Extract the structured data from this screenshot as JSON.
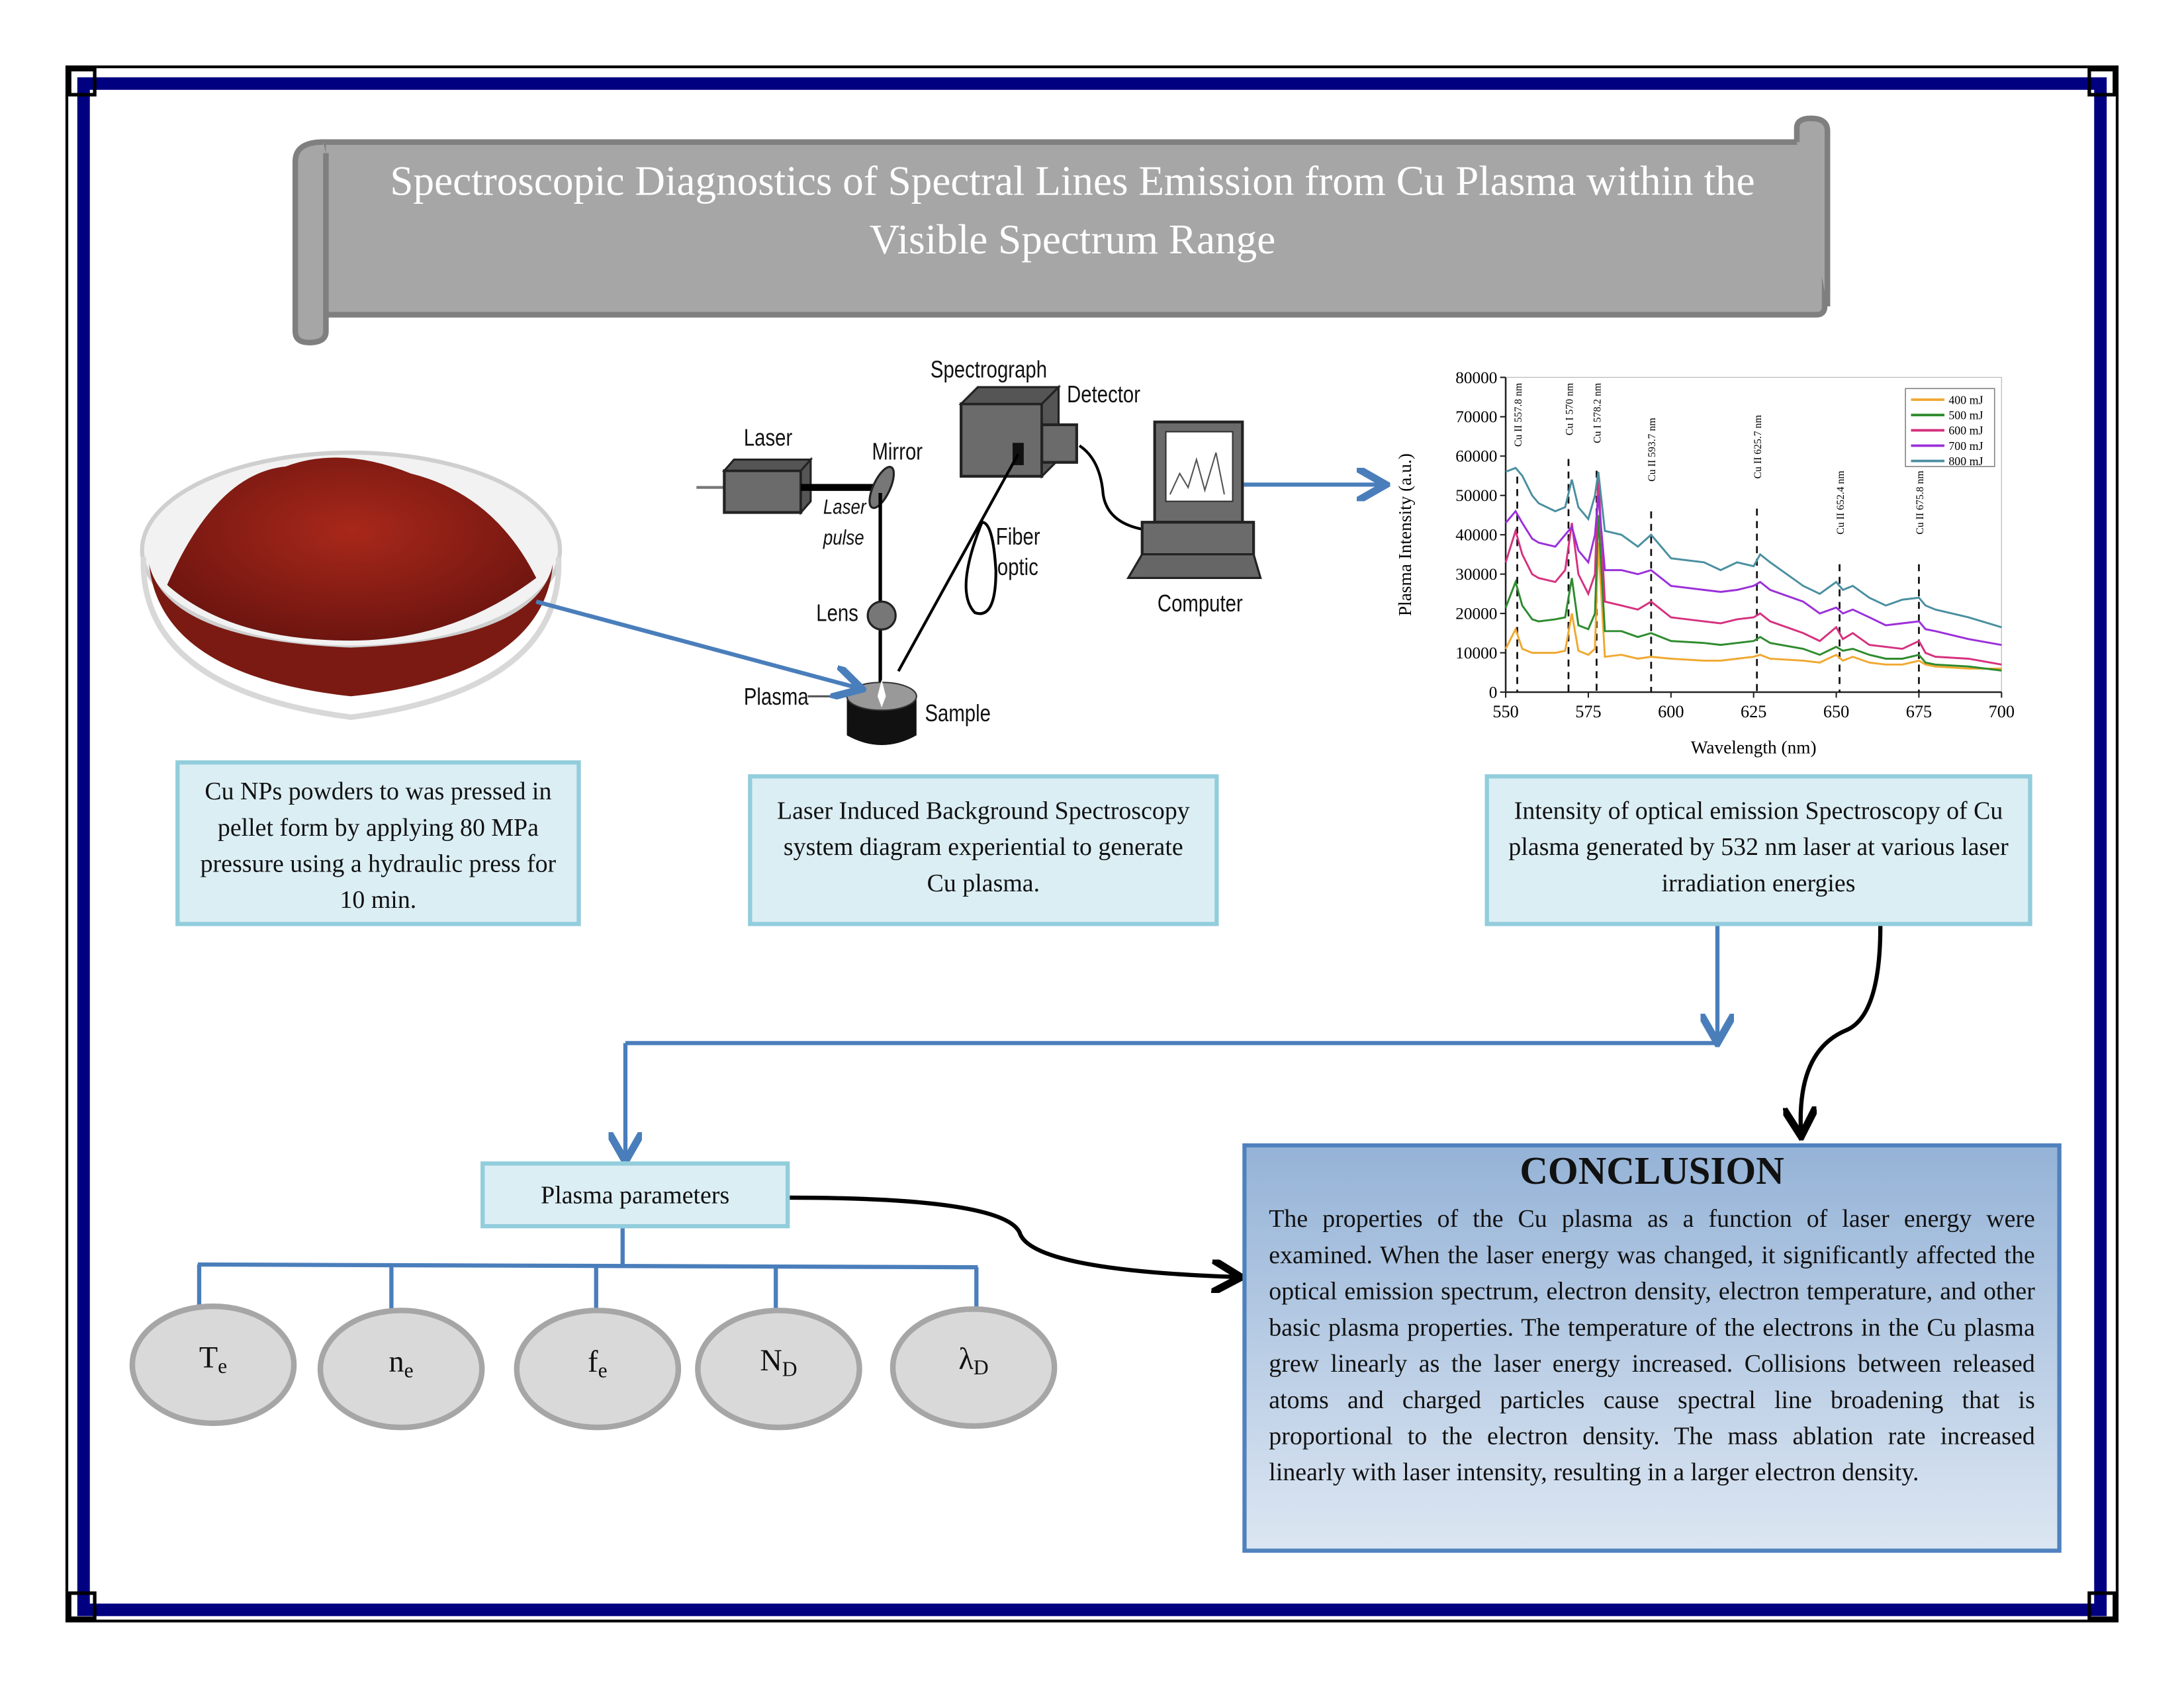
{
  "title": "Spectroscopic Diagnostics of Spectral Lines Emission from Cu Plasma within the Visible Spectrum Range",
  "colors": {
    "frame": "#000080",
    "banner": "#a6a6a6",
    "box_fill": "#dbeef4",
    "box_border": "#92cddc",
    "arrow": "#4a7ebb",
    "conclusion_border": "#4f81bd",
    "powder": "#8b1a12"
  },
  "captions": {
    "powder": "Cu NPs powders to was pressed in pellet form by applying 80 MPa pressure using a hydraulic press for 10 min.",
    "setup": "Laser Induced Background Spectroscopy system diagram experiential to generate Cu plasma.",
    "spectrum": "Intensity of optical emission Spectroscopy of Cu plasma generated by 532 nm laser at various laser irradiation energies"
  },
  "diagram": {
    "spectrograph": "Spectrograph",
    "detector": "Detector",
    "laser": "Laser",
    "mirror": "Mirror",
    "laser_pulse_1": "Laser",
    "laser_pulse_2": "pulse",
    "fiber_1": "Fiber",
    "fiber_2": "optic",
    "lens": "Lens",
    "computer": "Computer",
    "plasma": "Plasma",
    "sample": "Sample"
  },
  "plasma_parameters": {
    "label": "Plasma parameters",
    "items": [
      {
        "main": "T",
        "sub": "e"
      },
      {
        "main": "n",
        "sub": "e"
      },
      {
        "main": "f",
        "sub": "e"
      },
      {
        "main": "N",
        "sub": "D"
      },
      {
        "main": "λ",
        "sub": "D"
      }
    ]
  },
  "conclusion": {
    "title": "CONCLUSION",
    "text": "The properties of the Cu plasma as a function of laser energy were examined. When the laser energy was changed, it significantly affected the optical emission spectrum, electron density, electron temperature, and other basic plasma properties. The temperature of the electrons in the Cu plasma grew linearly as the laser energy increased. Collisions between released atoms and charged particles cause spectral line broadening that is proportional to the electron density. The mass ablation rate increased linearly with laser intensity, resulting in a larger electron density."
  },
  "chart_data": {
    "type": "line",
    "xlabel": "Wavelength (nm)",
    "ylabel": "Plasma Intensity (a.u.)",
    "xlim": [
      550,
      700
    ],
    "ylim": [
      0,
      80000
    ],
    "xticks": [
      "550",
      "575",
      "600",
      "625",
      "650",
      "675",
      "700"
    ],
    "yticks": [
      "0",
      "10000",
      "20000",
      "30000",
      "40000",
      "50000",
      "60000",
      "70000",
      "80000"
    ],
    "legend_position": "top-right",
    "grid": false,
    "x": [
      550,
      553,
      555,
      558,
      560,
      565,
      568,
      570,
      572,
      575,
      577,
      578,
      580,
      585,
      590,
      594,
      600,
      610,
      615,
      620,
      625,
      627,
      630,
      640,
      645,
      650,
      652,
      655,
      660,
      665,
      670,
      675,
      677,
      680,
      690,
      700
    ],
    "series": [
      {
        "name": "400 mJ",
        "color": "#f0a830",
        "values": [
          11000,
          16000,
          11000,
          10000,
          10000,
          10000,
          10500,
          20000,
          10500,
          9500,
          11000,
          38000,
          9000,
          9500,
          8500,
          9000,
          8500,
          8000,
          8000,
          8500,
          9000,
          9500,
          8500,
          8000,
          7500,
          9500,
          8000,
          9000,
          7500,
          7000,
          7000,
          8000,
          7000,
          6500,
          6000,
          6000
        ]
      },
      {
        "name": "500 mJ",
        "color": "#2e8b2e",
        "values": [
          21500,
          28000,
          22000,
          18500,
          18000,
          18500,
          19000,
          29000,
          17000,
          16000,
          20000,
          45000,
          15500,
          15500,
          14000,
          15000,
          13000,
          12500,
          12000,
          12500,
          13000,
          14000,
          12500,
          11000,
          9500,
          11500,
          10500,
          11000,
          9500,
          8500,
          8500,
          9500,
          7500,
          7000,
          6500,
          5500
        ]
      },
      {
        "name": "600 mJ",
        "color": "#d6317f",
        "values": [
          33000,
          41000,
          35000,
          30000,
          29000,
          28000,
          31000,
          43000,
          30000,
          25000,
          30000,
          55000,
          23000,
          22000,
          21000,
          23000,
          19000,
          18000,
          17500,
          18500,
          19000,
          20000,
          18000,
          15000,
          13000,
          16500,
          13500,
          15000,
          12000,
          11500,
          11000,
          13000,
          10000,
          9000,
          8500,
          7000
        ]
      },
      {
        "name": "700 mJ",
        "color": "#9b30d9",
        "values": [
          43000,
          46000,
          43000,
          39000,
          38000,
          37000,
          40000,
          42000,
          36000,
          33000,
          40000,
          50000,
          31000,
          31000,
          30000,
          31000,
          27000,
          26000,
          25500,
          26000,
          27000,
          28000,
          26000,
          23000,
          20000,
          21500,
          20000,
          21000,
          19000,
          17000,
          17500,
          18000,
          16000,
          15500,
          13500,
          12000
        ]
      },
      {
        "name": "800 mJ",
        "color": "#4a8fa0",
        "values": [
          56000,
          57000,
          55000,
          50000,
          48000,
          46000,
          47000,
          54000,
          47000,
          44000,
          50000,
          56000,
          41000,
          40000,
          37000,
          40000,
          34000,
          33000,
          31000,
          33000,
          32000,
          35000,
          33000,
          27000,
          25000,
          28000,
          26000,
          27000,
          24000,
          22000,
          23500,
          24000,
          22000,
          21000,
          19000,
          16500
        ]
      }
    ],
    "annotations": [
      {
        "label": "Cu II   557.8 nm",
        "x": 553.5
      },
      {
        "label": "Cu I   570 nm",
        "x": 569
      },
      {
        "label": "Cu I   578.2 nm",
        "x": 577.5
      },
      {
        "label": "Cu II   593.7 nm",
        "x": 594
      },
      {
        "label": "Cu II   625.7 nm",
        "x": 626
      },
      {
        "label": "Cu II   652.4 nm",
        "x": 651
      },
      {
        "label": "Cu II   675.8 nm",
        "x": 675
      }
    ]
  }
}
